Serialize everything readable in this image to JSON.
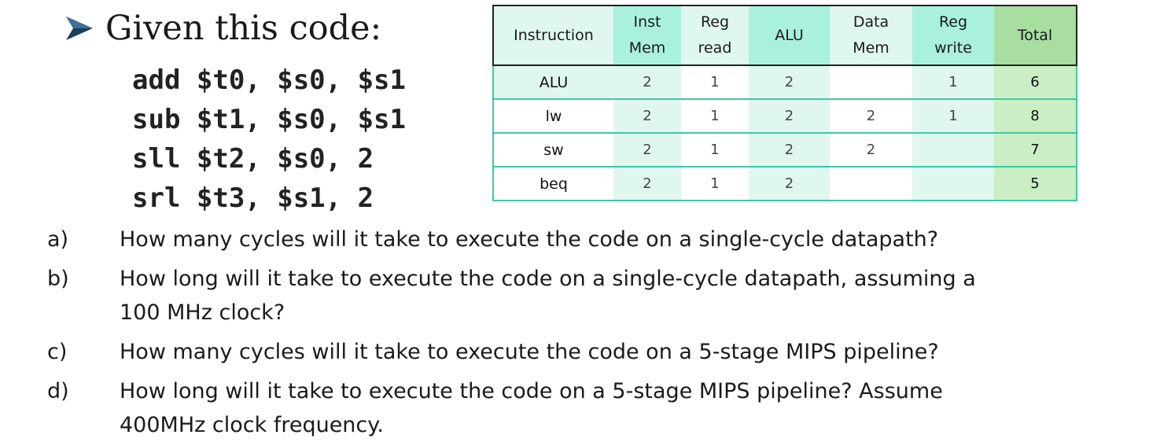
{
  "heading": "Given this code:",
  "code": [
    "add $t0, $s0, $s1",
    "sub $t1, $s0, $s1",
    "sll $t2, $s0, 2",
    "srl $t3, $s1, 2"
  ],
  "table": {
    "headers": [
      {
        "l1": "",
        "l2": "Instruction"
      },
      {
        "l1": "Inst",
        "l2": "Mem"
      },
      {
        "l1": "Reg",
        "l2": "read"
      },
      {
        "l1": "",
        "l2": "ALU"
      },
      {
        "l1": "Data",
        "l2": "Mem"
      },
      {
        "l1": "Reg",
        "l2": "write"
      },
      {
        "l1": "",
        "l2": "Total"
      }
    ],
    "rows": [
      [
        "ALU",
        "2",
        "1",
        "2",
        "",
        "1",
        "6"
      ],
      [
        "lw",
        "2",
        "1",
        "2",
        "2",
        "1",
        "8"
      ],
      [
        "sw",
        "2",
        "1",
        "2",
        "2",
        "",
        "7"
      ],
      [
        "beq",
        "2",
        "1",
        "2",
        "",
        "",
        "5"
      ]
    ]
  },
  "questions": [
    {
      "letter": "a)",
      "text": "How many cycles will it take to execute the code on a single-cycle datapath?"
    },
    {
      "letter": "b)",
      "text": "How long will it take to execute the code on a single-cycle datapath, assuming a\n100 MHz clock?"
    },
    {
      "letter": "c)",
      "text": "How many cycles will it take to execute the code on a 5-stage MIPS pipeline?"
    },
    {
      "letter": "d)",
      "text": "How long will it take to execute the code on a 5-stage MIPS pipeline? Assume\n400MHz clock frequency."
    }
  ]
}
